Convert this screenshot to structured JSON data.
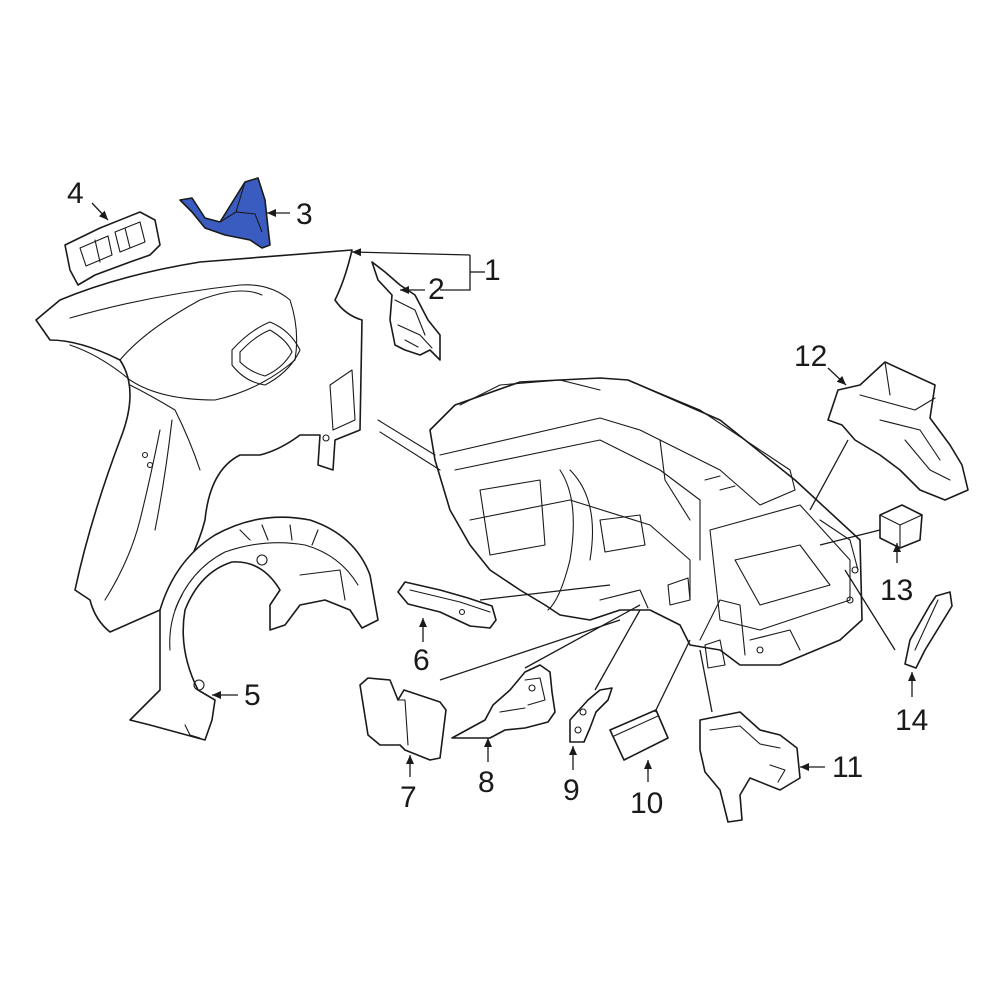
{
  "diagram": {
    "highlight_color": "#3a5bbf",
    "line_color": "#1a1a1a",
    "background": "#ffffff",
    "callouts": {
      "c1": "1",
      "c2": "2",
      "c3": "3",
      "c4": "4",
      "c5": "5",
      "c6": "6",
      "c7": "7",
      "c8": "8",
      "c9": "9",
      "c10": "10",
      "c11": "11",
      "c12": "12",
      "c13": "13",
      "c14": "14"
    }
  }
}
